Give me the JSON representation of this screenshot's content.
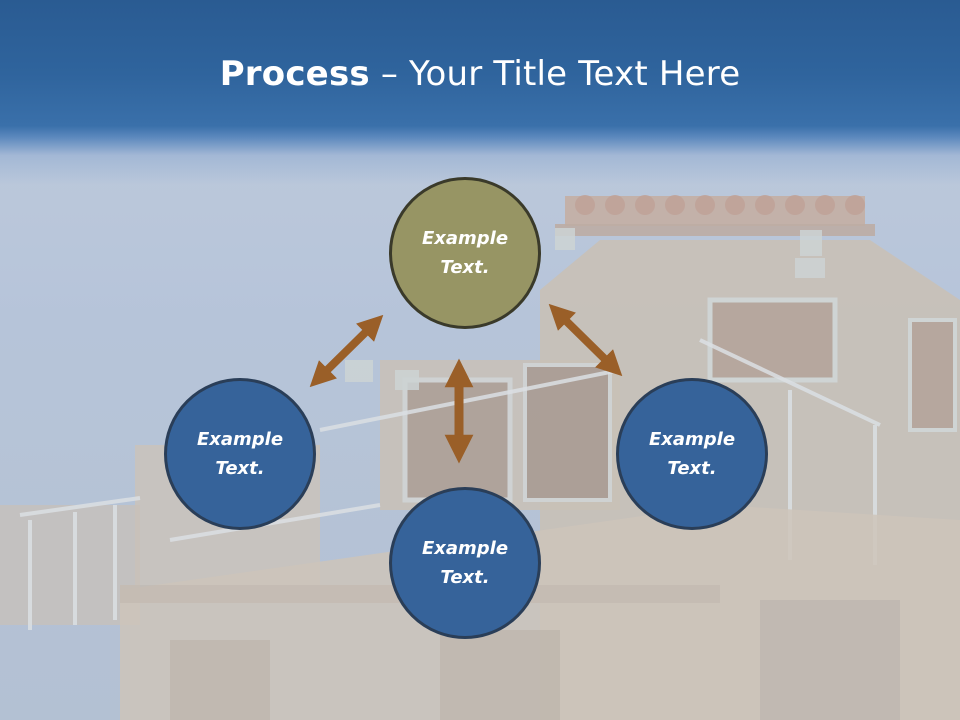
{
  "title": {
    "bold": "Process",
    "rest": " – Your Title Text Here"
  },
  "colors": {
    "title_band": "#2f649d",
    "circle_blue": "#36639a",
    "circle_olive": "#979564",
    "arrow": "#9a5f28",
    "text": "#ffffff"
  },
  "diagram": {
    "nodes": [
      {
        "label": "Example\nText."
      },
      {
        "label": "Example\nText."
      },
      {
        "label": "Example\nText."
      },
      {
        "label": "Example\nText."
      }
    ],
    "arrow_icon": "double-headed-arrow"
  }
}
